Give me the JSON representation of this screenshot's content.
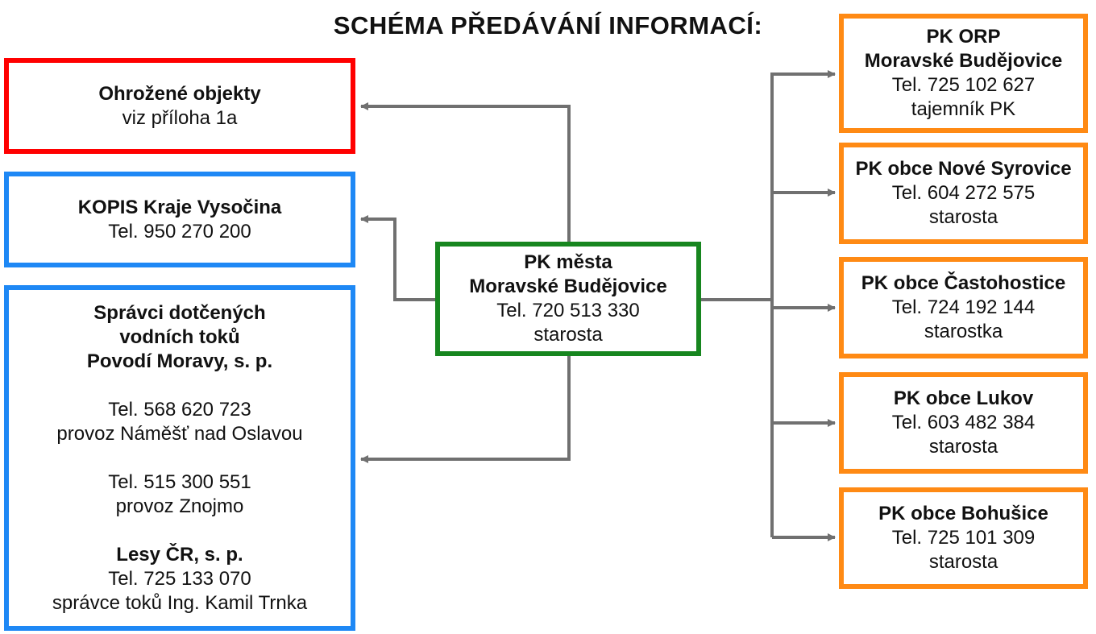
{
  "title": "SCHÉMA PŘEDÁVÁNÍ INFORMACÍ:",
  "center": {
    "name_line1": "PK města",
    "name_line2": "Moravské Budějovice",
    "tel": "Tel. 720 513 330",
    "role": "starosta"
  },
  "left": {
    "endangered": {
      "name": "Ohrožené objekty",
      "note": "viz příloha 1a"
    },
    "kopis": {
      "name": "KOPIS Kraje Vysočina",
      "tel": "Tel. 950 270 200"
    },
    "water": {
      "heading_line1": "Správci dotčených",
      "heading_line2": "vodních toků",
      "heading_line3": "Povodí Moravy, s. p.",
      "contact1_tel": "Tel. 568 620 723",
      "contact1_role": "provoz Náměšť nad Oslavou",
      "contact2_tel": "Tel. 515 300 551",
      "contact2_role": "provoz Znojmo",
      "forests_name": "Lesy ČR, s. p.",
      "forests_tel": "Tel. 725 133 070",
      "forests_role": "správce toků Ing. Kamil Trnka"
    }
  },
  "right": [
    {
      "name_line1": "PK ORP",
      "name_line2": "Moravské Budějovice",
      "tel": "Tel. 725 102 627",
      "role": "tajemník PK"
    },
    {
      "name_line1": "PK obce Nové Syrovice",
      "tel": "Tel. 604 272 575",
      "role": "starosta"
    },
    {
      "name_line1": "PK obce Častohostice",
      "tel": "Tel. 724 192 144",
      "role": "starostka"
    },
    {
      "name_line1": "PK obce Lukov",
      "tel": "Tel. 603 482 384",
      "role": "starosta"
    },
    {
      "name_line1": "PK obce Bohušice",
      "tel": "Tel. 725 101 309",
      "role": "starosta"
    }
  ],
  "colors": {
    "center_border": "#17861f",
    "endangered_border": "#ff0000",
    "left_border": "#1e88f5",
    "right_border": "#ff8a14",
    "connector": "#707070"
  }
}
